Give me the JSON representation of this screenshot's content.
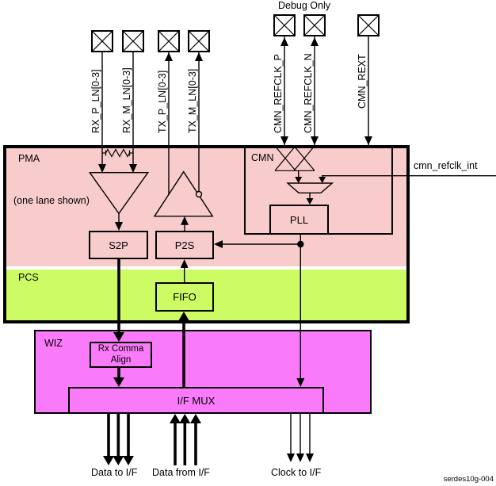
{
  "header": {
    "debug_only": "Debug Only"
  },
  "pins": {
    "rx_p": "RX_P_LN[0-3]",
    "rx_m": "RX_M_LN[0-3]",
    "tx_p": "TX_P_LN[0-3]",
    "tx_m": "TX_M_LN[0-3]",
    "refclk_p": "CMN_REFCLK_P",
    "refclk_n": "CMN_REFCLK_N",
    "rext": "CMN_REXT"
  },
  "blocks": {
    "pma": "PMA",
    "one_lane_note": "(one lane shown)",
    "cmn": "CMN",
    "pll": "PLL",
    "s2p": "S2P",
    "p2s": "P2S",
    "pcs": "PCS",
    "fifo": "FIFO",
    "wiz": "WIZ",
    "rx_comma_line1": "Rx Comma",
    "rx_comma_line2": "Align",
    "if_mux": "I/F MUX"
  },
  "signals": {
    "cmn_refclk_int": "cmn_refclk_int"
  },
  "io_labels": {
    "data_to": "Data to I/F",
    "data_from": "Data from I/F",
    "clock_to": "Clock to I/F"
  },
  "figure_id": "serdes10g-004",
  "colors": {
    "pma_fill": "#f9cccc",
    "pcs_fill": "#cdfb63",
    "wiz_fill": "#fa7bfa",
    "line": "#000000"
  }
}
